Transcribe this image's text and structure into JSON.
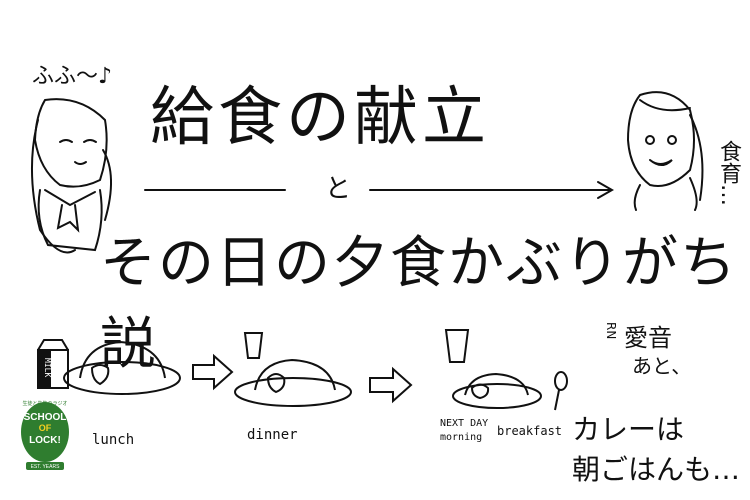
{
  "humming": "ふふ〜♪",
  "title_line1": "給食の献立",
  "connector": "と",
  "title_line2": "その日の夕食かぶりがち説",
  "side_note": "食育…",
  "captions": {
    "lunch": "lunch",
    "dinner": "dinner",
    "next_day": "NEXT DAY",
    "morning": "morning",
    "breakfast": "breakfast"
  },
  "milk_label": "MILK",
  "credit_initials": "RN",
  "credit_name": "愛音",
  "credit_after": "あと、",
  "curry_line1": "カレーは",
  "curry_line2": "朝ごはんも…",
  "logo": {
    "line1": "SCHOOL",
    "line2": "OF",
    "line3": "LOCK!",
    "tagline": "生徒と先生のラジオ",
    "badge": "EST. YEARS"
  }
}
